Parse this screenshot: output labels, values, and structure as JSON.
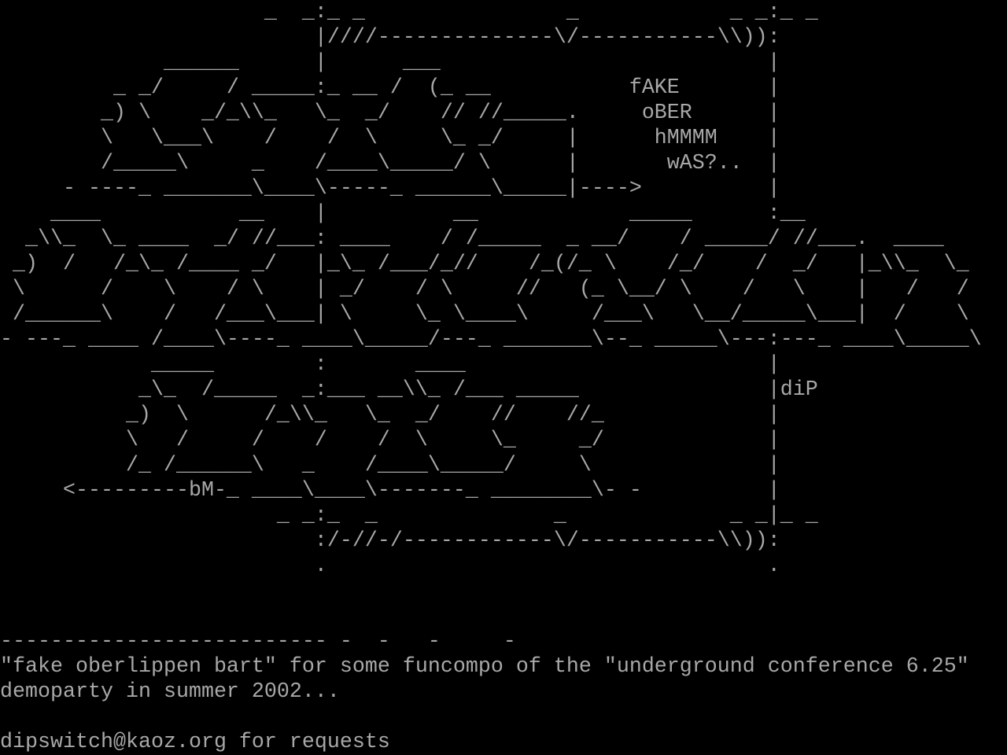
{
  "art": {
    "lines": [
      "                     _  _:_ _                _            _ _:_ _",
      "                         |////--------------\\/-----------\\\\)):",
      "             ______      |      ___                          |",
      "         _ _/     / _____:_ __ /  (_ __           fAKE       |",
      "        _) \\    _/_\\\\_   \\_  _/    // //_____.     oBER      |",
      "        \\   \\___\\    /    /  \\     \\_ _/     |      hMMMM    |",
      "        /_____\\     _    /____\\_____/ \\      |       wAS?..  |",
      "     - ----_ _______\\____\\-----_ ______\\_____|---->          |",
      "    ____           __    |          __            _____      :__",
      "  _\\\\_  \\_ ____  _/ //___: ____    / /_____  _ __/    / _____/ //___.  ____",
      " _)  /   /_\\_ /____ _/   |_\\_ /___/_//    /_(/_ \\    /_/    /  _/   |_\\\\_  \\_",
      " \\      /    \\    / \\    | _/    / \\     //   (_ \\__/ \\    /   \\    |   /   /",
      " /______\\    /   /___\\___| \\     \\_ \\____\\     /___\\   \\__/_____\\___|  /    \\",
      "- ---_ ____ /____\\----_ ____\\_____/---_ _______\\--_ _____\\---:---_ ____\\_____\\",
      "            _____        :       ____                        |",
      "           _\\_  /_____  _:___ __\\\\_ /___ _____               |diP",
      "          _)  \\      /_\\\\_   \\_  _/    //    //_             |",
      "          \\   /     /    /    /  \\     \\_     _/             |",
      "          /_ /______\\   _    /____\\_____/     \\              |",
      "     <---------bM-_ ____\\____\\-------_ ________\\- -          |",
      "                      _ _:_  _              _             _ _|_ _",
      "                         :/-//-/------------\\/-----------\\\\)):",
      "                         .                                   .",
      "",
      "",
      "-------------------------- -  -   -     -"
    ]
  },
  "caption": {
    "line1": "\"fake oberlippen bart\" for some funcompo of the \"underground conference 6.25\"",
    "line2": "demoparty in summer 2002...",
    "contact": "dipswitch@kaoz.org for requests"
  },
  "colors": {
    "foreground": "#a8a8a8",
    "background": "#000000"
  }
}
